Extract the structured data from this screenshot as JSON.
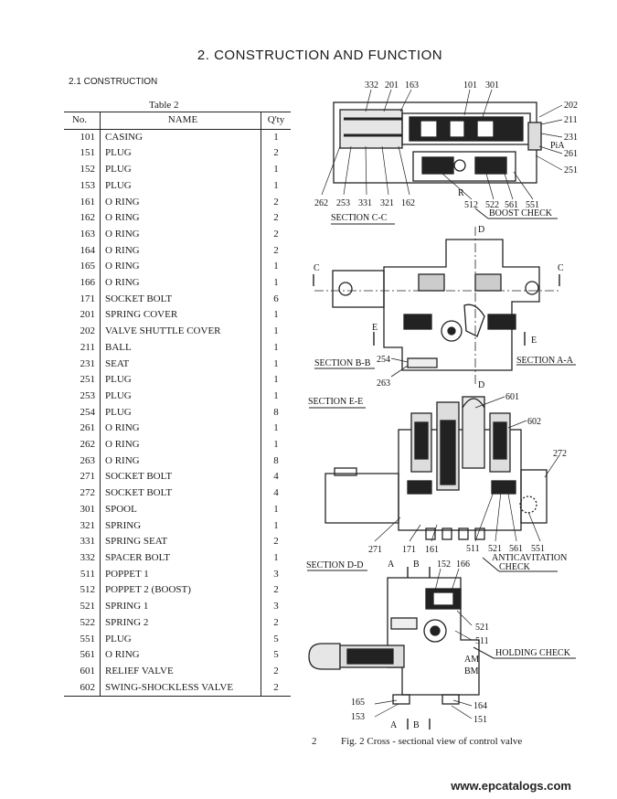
{
  "title": "2.   CONSTRUCTION AND FUNCTION",
  "section_heading": "2.1 CONSTRUCTION",
  "table": {
    "caption": "Table 2",
    "headers": [
      "No.",
      "NAME",
      "Q'ty"
    ],
    "rows": [
      [
        "101",
        "CASING",
        "1"
      ],
      [
        "151",
        "PLUG",
        "2"
      ],
      [
        "152",
        "PLUG",
        "1"
      ],
      [
        "153",
        "PLUG",
        "1"
      ],
      [
        "161",
        "O RING",
        "2"
      ],
      [
        "162",
        "O RING",
        "2"
      ],
      [
        "163",
        "O RING",
        "2"
      ],
      [
        "164",
        "O RING",
        "2"
      ],
      [
        "165",
        "O RING",
        "1"
      ],
      [
        "166",
        "O RING",
        "1"
      ],
      [
        "171",
        "SOCKET BOLT",
        "6"
      ],
      [
        "201",
        "SPRING COVER",
        "1"
      ],
      [
        "202",
        "VALVE SHUTTLE COVER",
        "1"
      ],
      [
        "211",
        "BALL",
        "1"
      ],
      [
        "231",
        "SEAT",
        "1"
      ],
      [
        "251",
        "PLUG",
        "1"
      ],
      [
        "253",
        "PLUG",
        "1"
      ],
      [
        "254",
        "PLUG",
        "8"
      ],
      [
        "261",
        "O RING",
        "1"
      ],
      [
        "262",
        "O RING",
        "1"
      ],
      [
        "263",
        "O RING",
        "8"
      ],
      [
        "271",
        "SOCKET BOLT",
        "4"
      ],
      [
        "272",
        "SOCKET BOLT",
        "4"
      ],
      [
        "301",
        "SPOOL",
        "1"
      ],
      [
        "321",
        "SPRING",
        "1"
      ],
      [
        "331",
        "SPRING SEAT",
        "2"
      ],
      [
        "332",
        "SPACER BOLT",
        "1"
      ],
      [
        "511",
        "POPPET 1",
        "3"
      ],
      [
        "512",
        "POPPET 2 (BOOST)",
        "2"
      ],
      [
        "521",
        "SPRING 1",
        "3"
      ],
      [
        "522",
        "SPRING 2",
        "2"
      ],
      [
        "551",
        "PLUG",
        "5"
      ],
      [
        "561",
        "O RING",
        "5"
      ],
      [
        "601",
        "RELIEF VALVE",
        "2"
      ],
      [
        "602",
        "SWING-SHOCKLESS VALVE",
        "2"
      ]
    ]
  },
  "diagram": {
    "section_cc": {
      "title": "SECTION C-C",
      "top_labels": [
        "332",
        "201",
        "163",
        "101",
        "301"
      ],
      "right_labels": [
        "202",
        "211",
        "231",
        "PiA",
        "261",
        "251"
      ],
      "bottom_labels": [
        "262",
        "253",
        "331",
        "321",
        "162",
        "R",
        "512",
        "522",
        "561",
        "551"
      ],
      "sub_label": "BOOST CHECK"
    },
    "section_aa": {
      "labels": [
        "D",
        "C",
        "C",
        "E",
        "E",
        "254",
        "263",
        "D"
      ],
      "title_left": "SECTION B-B",
      "title_right": "SECTION A-A"
    },
    "section_ee": {
      "title": "SECTION E-E",
      "labels": [
        "601",
        "602",
        "272",
        "271",
        "171",
        "161",
        "511",
        "521",
        "561",
        "551"
      ],
      "sub_label_line1": "ANTICAVITATION",
      "sub_label_line2": "CHECK"
    },
    "section_dd": {
      "title": "SECTION D-D",
      "top_labels": [
        "A",
        "B",
        "152",
        "166"
      ],
      "right_labels": [
        "521",
        "511",
        "AM",
        "BM"
      ],
      "sub_label": "HOLDING CHECK",
      "bottom_labels": [
        "165",
        "153",
        "164",
        "151",
        "A",
        "B"
      ]
    }
  },
  "page_number": "2",
  "figure_caption": "Fig. 2   Cross - sectional view of control valve",
  "watermark": "www.epcatalogs.com"
}
